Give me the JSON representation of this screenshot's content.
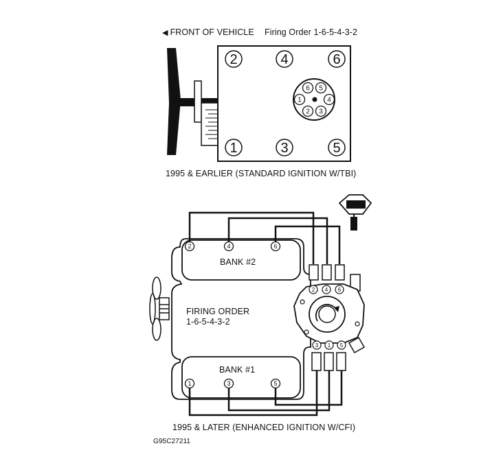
{
  "top_diagram": {
    "header_front": "FRONT OF VEHICLE",
    "header_arrow_icon": "arrow-left-icon",
    "firing_order_label": "Firing Order 1-6-5-4-3-2",
    "cylinders_top_row": [
      "2",
      "4",
      "6"
    ],
    "cylinders_bottom_row": [
      "1",
      "3",
      "5"
    ],
    "distributor_terminals": [
      "6",
      "5",
      "1",
      "4",
      "2",
      "3"
    ],
    "caption": "1995 & EARLIER (STANDARD IGNITION W/TBI)"
  },
  "bottom_diagram": {
    "bank2_label": "BANK #2",
    "bank1_label": "BANK #1",
    "bank2_cylinders": [
      "2",
      "4",
      "6"
    ],
    "bank1_cylinders": [
      "1",
      "3",
      "5"
    ],
    "firing_order_title": "FIRING ORDER",
    "firing_order_value": "1-6-5-4-3-2",
    "distributor_top_terminals": [
      "2",
      "4",
      "6"
    ],
    "distributor_bottom_terminals": [
      "3",
      "1",
      "5"
    ],
    "caption": "1995 & LATER (ENHANCED IGNITION W/CFI)"
  },
  "figure_code": "G95C27211"
}
